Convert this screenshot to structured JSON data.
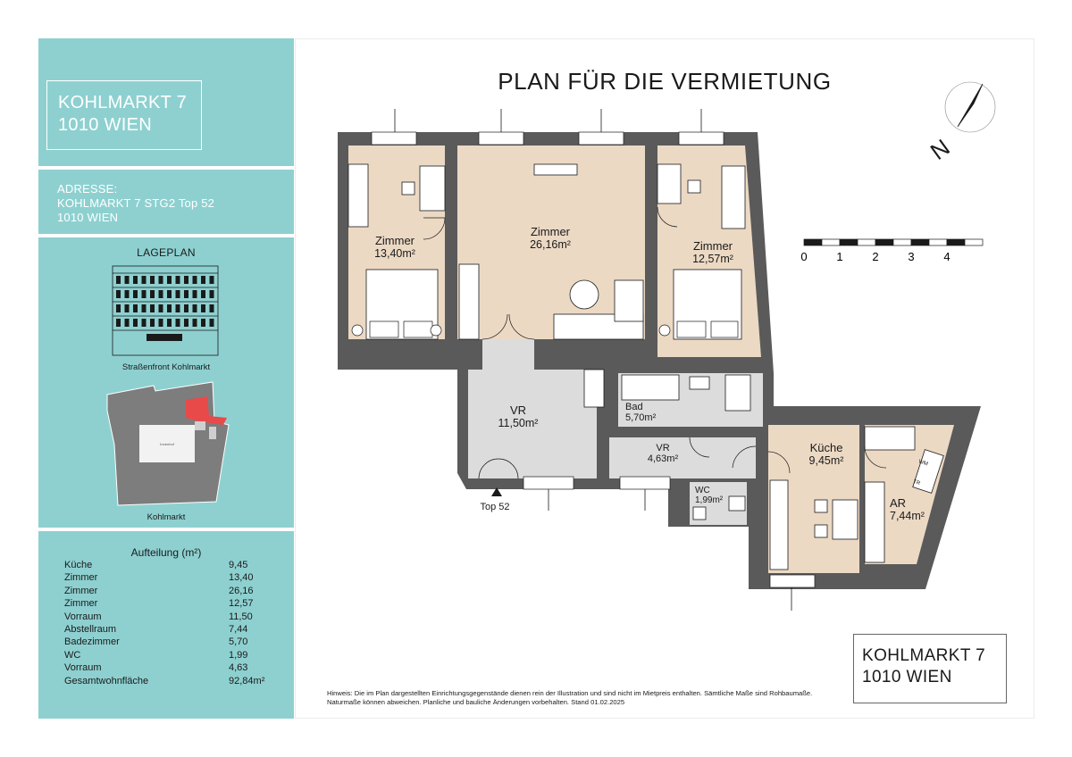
{
  "sidebar": {
    "title_line1": "KOHLMARKT 7",
    "title_line2": "1010 WIEN",
    "address_heading": "ADRESSE:",
    "address_line1": "KOHLMARKT 7 STG2 Top 52",
    "address_line2": "1010 WIEN",
    "lageplan_heading": "LAGEPLAN",
    "facade_caption": "Straßenfront Kohlmarkt",
    "site_caption": "Kohlmarkt",
    "site_inner_label": "Innenhof",
    "aufteilung_heading": "Aufteilung (m²)",
    "rows": [
      {
        "name": "Küche",
        "value": "9,45"
      },
      {
        "name": "Zimmer",
        "value": "13,40"
      },
      {
        "name": "Zimmer",
        "value": "26,16"
      },
      {
        "name": "Zimmer",
        "value": "12,57"
      },
      {
        "name": "Vorraum",
        "value": "11,50"
      },
      {
        "name": "Abstellraum",
        "value": "7,44"
      },
      {
        "name": "Badezimmer",
        "value": "5,70"
      },
      {
        "name": "WC",
        "value": "1,99"
      },
      {
        "name": "Vorraum",
        "value": "4,63"
      },
      {
        "name": "Gesamtwohnfläche",
        "value": "92,84m²"
      }
    ]
  },
  "plan": {
    "title": "PLAN FÜR DIE VERMIETUNG",
    "north": "N",
    "scale_labels": [
      "0",
      "1",
      "2",
      "3",
      "4"
    ],
    "entrance": "Top 52",
    "rooms": {
      "zimmer1": {
        "name": "Zimmer",
        "area": "13,40m²"
      },
      "zimmer2": {
        "name": "Zimmer",
        "area": "26,16m²"
      },
      "zimmer3": {
        "name": "Zimmer",
        "area": "12,57m²"
      },
      "vr1": {
        "name": "VR",
        "area": "11,50m²"
      },
      "bad": {
        "name": "Bad",
        "area": "5,70m²"
      },
      "vr2": {
        "name": "VR",
        "area": "4,63m²"
      },
      "wc": {
        "name": "WC",
        "area": "1,99m²"
      },
      "kueche": {
        "name": "Küche",
        "area": "9,45m²"
      },
      "ar": {
        "name": "AR",
        "area": "7,44m²"
      }
    },
    "appliance_wm": "WM",
    "appliance_tr": "TR"
  },
  "footer": {
    "box_line1": "KOHLMARKT 7",
    "box_line2": "1010 WIEN",
    "note": "Hinweis: Die im Plan dargestellten Einrichtungsgegenstände dienen rein der Illustration und sind nicht im Mietpreis enthalten. Sämtliche Maße sind Rohbaumaße. Naturmaße können abweichen. Planliche und bauliche Änderungen vorbehalten. Stand 01.02.2025"
  },
  "colors": {
    "sidebar": "#8ed0d0",
    "wall": "#5a5a5a",
    "room_warm": "#ecd9c4",
    "room_gray": "#dcdcdc",
    "highlight": "#e84a4a"
  }
}
